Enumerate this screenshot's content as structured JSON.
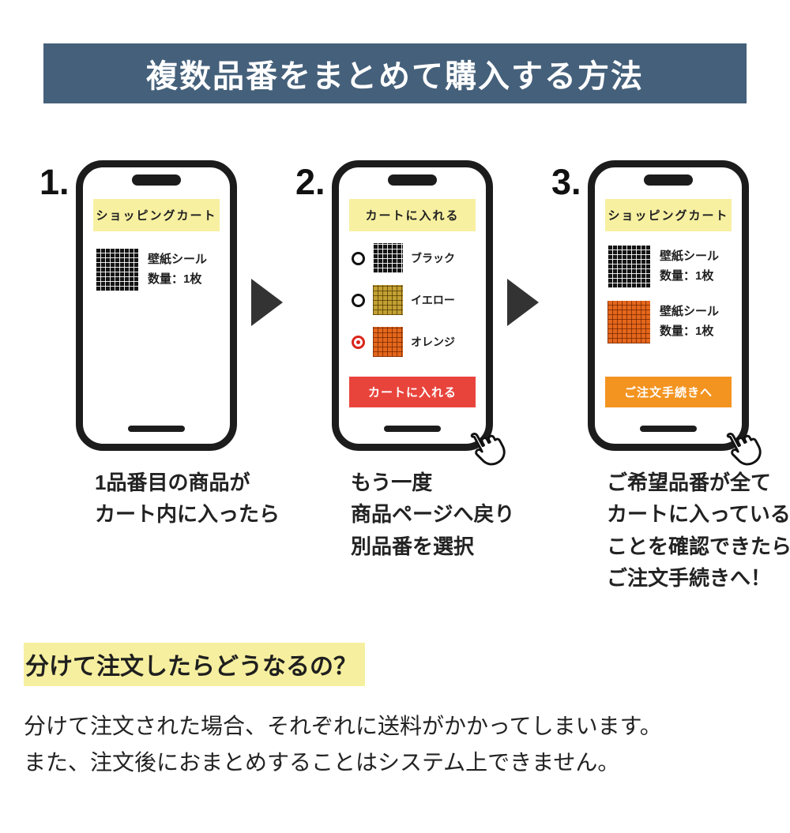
{
  "header": {
    "title": "複数品番をまとめて購入する方法",
    "bg_color": "#45607a",
    "text_color": "#ffffff"
  },
  "steps": [
    {
      "number": "1.",
      "banner": "ショッピングカート",
      "items": [
        {
          "swatch": "black-grid-swatch",
          "line1": "壁紙シール",
          "line2": "数量：1枚"
        }
      ],
      "caption_lines": [
        "1品番目の商品が",
        "カート内に入ったら"
      ]
    },
    {
      "number": "2.",
      "banner": "カートに入れる",
      "options": [
        {
          "swatch": "black-grid-swatch",
          "label": "ブラック",
          "selected": false
        },
        {
          "swatch": "yellow-grid-swatch",
          "label": "イエロー",
          "selected": false
        },
        {
          "swatch": "orange-grid-swatch",
          "label": "オレンジ",
          "selected": true
        }
      ],
      "button_label": "カートに入れる",
      "button_color": "#e8443c",
      "caption_lines": [
        "もう一度",
        "商品ページへ戻り",
        "別品番を選択"
      ]
    },
    {
      "number": "3.",
      "banner": "ショッピングカート",
      "items": [
        {
          "swatch": "black-grid-swatch",
          "line1": "壁紙シール",
          "line2": "数量：1枚"
        },
        {
          "swatch": "orange-grid-swatch",
          "line1": "壁紙シール",
          "line2": "数量：1枚"
        }
      ],
      "button_label": "ご注文手続きへ",
      "button_color": "#f39421",
      "caption_lines": [
        "ご希望品番が全て",
        "カートに入っている",
        "ことを確認できたら",
        "ご注文手続きへ！"
      ]
    }
  ],
  "note": {
    "heading": "分けて注文したらどうなるの？",
    "highlight_color": "#f6ef9f",
    "body_lines": [
      "分けて注文された場合、それぞれに送料がかかってしまいます。",
      "また、注文後におまとめすることはシステム上できません。"
    ]
  }
}
